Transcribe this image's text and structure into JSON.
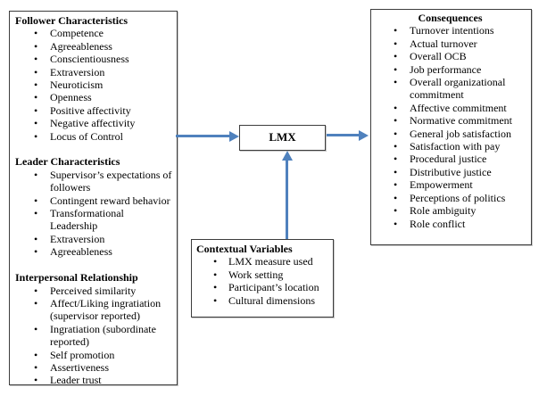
{
  "colors": {
    "arrow": "#4f81bd",
    "box_border": "#3d3d3d"
  },
  "antecedents": {
    "sections": [
      {
        "title": "Follower Characteristics",
        "items": [
          "Competence",
          "Agreeableness",
          "Conscientiousness",
          "Extraversion",
          "Neuroticism",
          "Openness",
          "Positive affectivity",
          "Negative affectivity",
          "Locus of Control"
        ]
      },
      {
        "title": "Leader Characteristics",
        "items": [
          "Supervisor’s expectations of followers",
          "Contingent reward behavior",
          "Transformational Leadership",
          "Extraversion",
          "Agreeableness"
        ]
      },
      {
        "title": "Interpersonal Relationship",
        "items": [
          "Perceived similarity",
          "Affect/Liking ingratiation (supervisor reported)",
          "Ingratiation (subordinate reported)",
          "Self promotion",
          "Assertiveness",
          "Leader trust"
        ]
      }
    ]
  },
  "lmx": {
    "label": "LMX"
  },
  "consequences": {
    "title": "Consequences",
    "items": [
      "Turnover intentions",
      "Actual turnover",
      "Overall OCB",
      "Job performance",
      "Overall organizational commitment",
      "Affective commitment",
      "Normative commitment",
      "General job satisfaction",
      "Satisfaction with pay",
      "Procedural justice",
      "Distributive justice",
      "Empowerment",
      "Perceptions of politics",
      "Role ambiguity",
      "Role conflict"
    ]
  },
  "contextual": {
    "title": "Contextual Variables",
    "items": [
      "LMX measure used",
      "Work setting",
      "Participant’s location",
      "Cultural dimensions"
    ]
  }
}
